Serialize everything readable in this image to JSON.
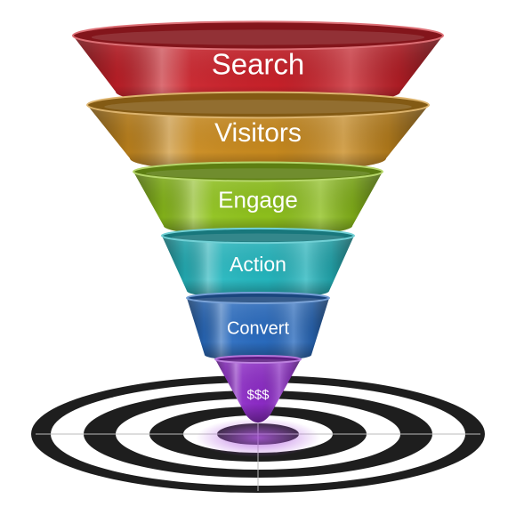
{
  "funnel": {
    "stages": [
      {
        "label": "Search",
        "color": "#c9212a"
      },
      {
        "label": "Visitors",
        "color": "#c98a1e"
      },
      {
        "label": "Engage",
        "color": "#8fc21c"
      },
      {
        "label": "Action",
        "color": "#25b7bf"
      },
      {
        "label": "Convert",
        "color": "#2a6cc0"
      },
      {
        "label": "$$$",
        "color": "#8d2bc7"
      }
    ]
  },
  "target": {
    "ring_color": "#1e1e1e",
    "gap_color": "#ffffff"
  }
}
